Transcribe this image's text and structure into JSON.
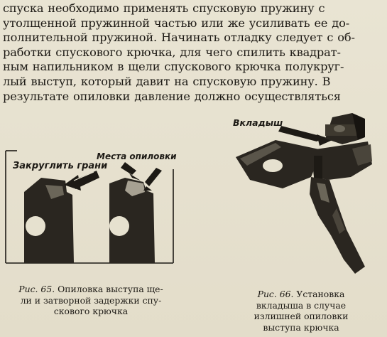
{
  "body_text": {
    "lines": [
      "спуска необходимо применять спусковую пружину с",
      "утолщенной пружинной частью или же усиливать ее до-",
      "полнительной пружиной. Начинать отладку следует с об-",
      "работки спускового крючка, для чего спилить квадрат-",
      "ным напильником в щели спускового крючка полукруг-",
      "лый выступ, который давит на спусковую пружину. В",
      "результате опиловки давление должно осуществляться"
    ]
  },
  "figure65": {
    "label_places": "Места опиловки",
    "label_round": "Закруглить грани",
    "caption_fig": "Рис. 65.",
    "caption_text_1": "Опиловка выступа ще-",
    "caption_text_2": "ли и затворной задержки спу-",
    "caption_text_3": "скового крючка"
  },
  "figure66": {
    "label_insert": "Вкладыш",
    "caption_fig": "Рис. 66.",
    "caption_text_1": "Установка",
    "caption_text_2": "вкладыша в случае",
    "caption_text_3": "излишней опиловки",
    "caption_text_4": "выступа крючка"
  }
}
